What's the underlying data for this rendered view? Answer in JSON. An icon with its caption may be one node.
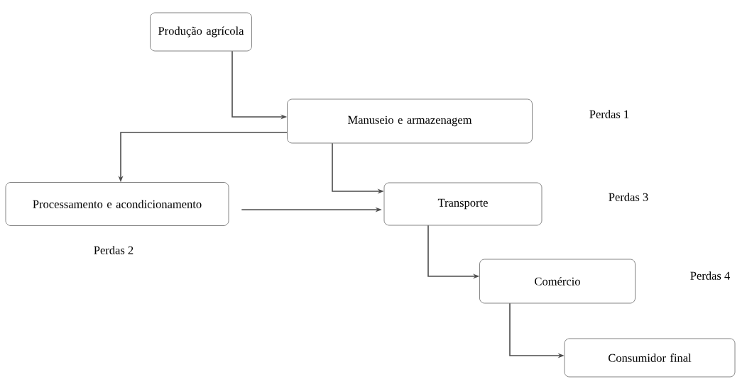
{
  "diagram": {
    "nodes": [
      {
        "text": [
          "Produção agrícola"
        ]
      },
      {
        "text": [
          "Manuseio e armazenagem"
        ]
      },
      {
        "text": [
          "Processamento e acondicionamento"
        ]
      },
      {
        "text": [
          "Transporte"
        ]
      },
      {
        "text": [
          "Comércio"
        ]
      },
      {
        "text": [
          "Consumidor final"
        ]
      }
    ],
    "edges": [
      {
        "from": 0,
        "to": 1,
        "arrow": "to"
      },
      {
        "from": 1,
        "to": 2,
        "arrow": "to"
      },
      {
        "from": 1,
        "to": 3,
        "arrow": "to"
      },
      {
        "from": 2,
        "to": 3,
        "arrow": "to"
      },
      {
        "from": 3,
        "to": 4,
        "arrow": "to"
      },
      {
        "from": 4,
        "to": 5,
        "arrow": "to"
      }
    ],
    "labels": [
      "Perdas 1",
      "Perdas 3",
      "Perdas 2",
      "Perdas 4"
    ]
  }
}
